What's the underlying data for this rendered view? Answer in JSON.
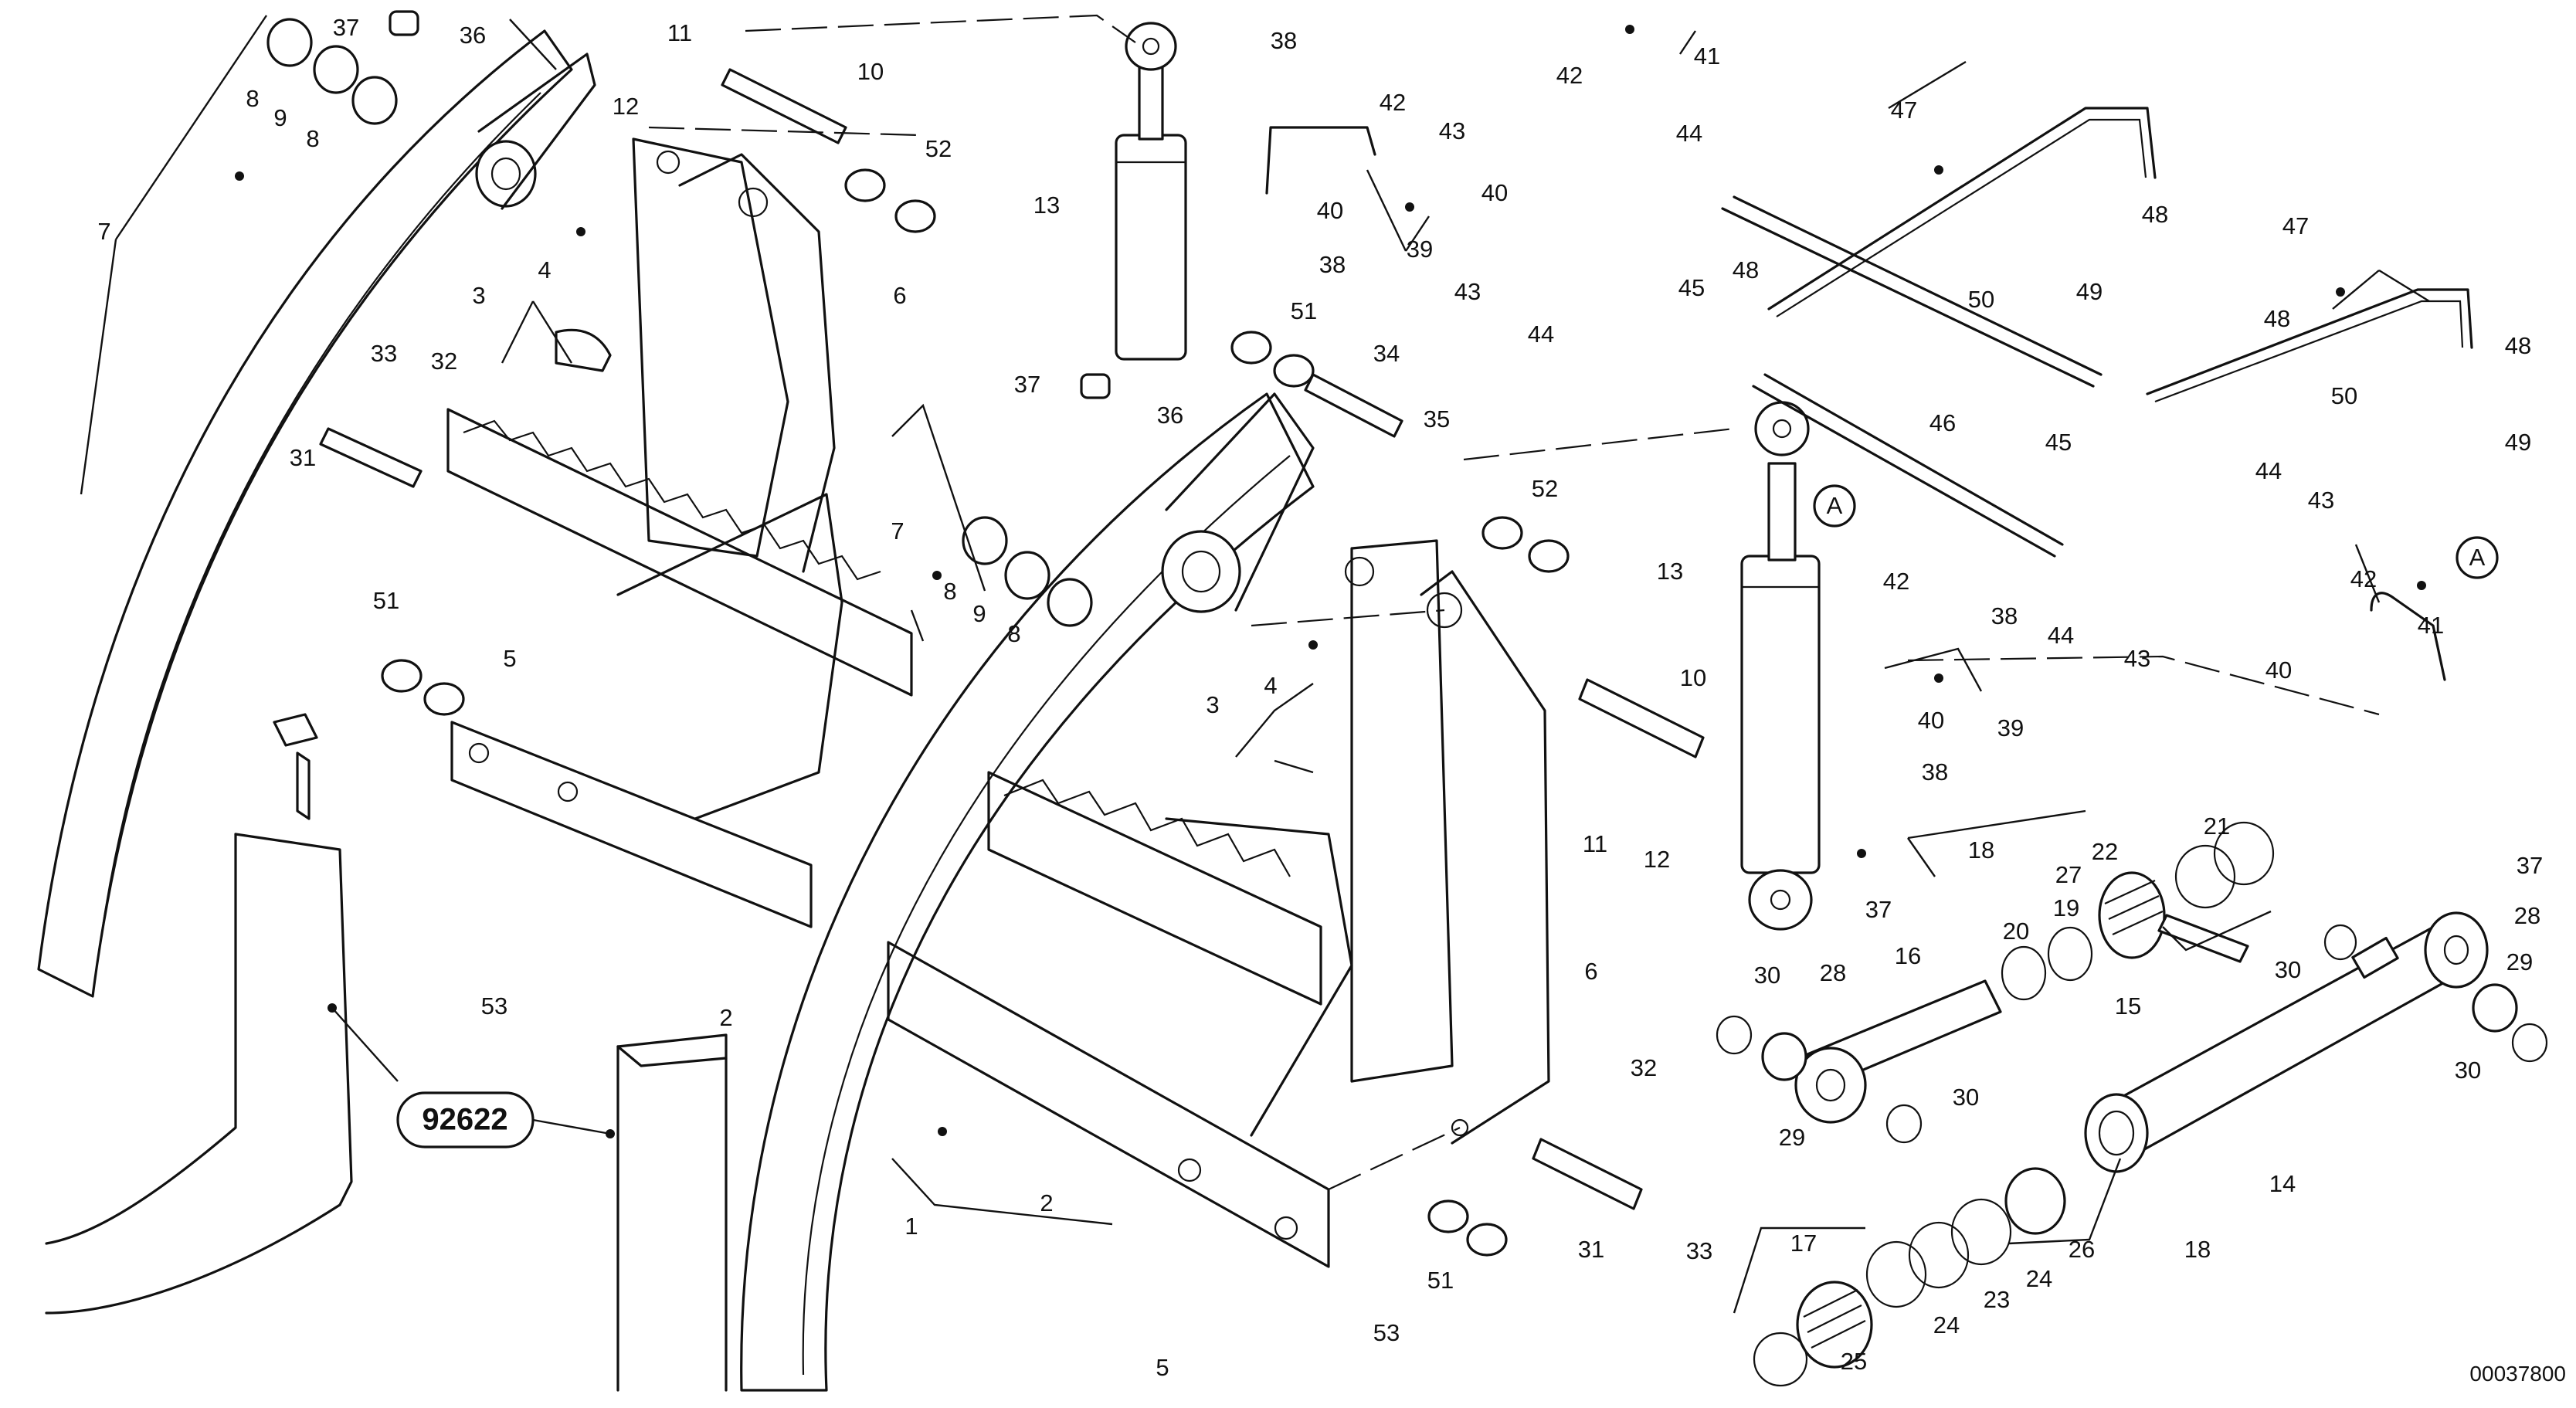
{
  "diagram": {
    "document_number": "00037800",
    "assembly_reference": "92622",
    "circled_marker": "A",
    "part_labels": {
      "p1": "1",
      "p2": "2",
      "p3": "3",
      "p4": "4",
      "p5": "5",
      "p6": "6",
      "p7": "7",
      "p8": "8",
      "p9": "9",
      "p10": "10",
      "p11": "11",
      "p12": "12",
      "p13": "13",
      "p14": "14",
      "p15": "15",
      "p16": "16",
      "p17": "17",
      "p18": "18",
      "p19": "19",
      "p20": "20",
      "p21": "21",
      "p22": "22",
      "p23": "23",
      "p24": "24",
      "p25": "25",
      "p26": "26",
      "p27": "27",
      "p28": "28",
      "p29": "29",
      "p30": "30",
      "p31": "31",
      "p32": "32",
      "p33": "33",
      "p34": "34",
      "p35": "35",
      "p36": "36",
      "p37": "37",
      "p38": "38",
      "p39": "39",
      "p40": "40",
      "p41": "41",
      "p42": "42",
      "p43": "43",
      "p44": "44",
      "p45": "45",
      "p46": "46",
      "p47": "47",
      "p48": "48",
      "p49": "49",
      "p50": "50",
      "p51": "51",
      "p52": "52",
      "p53": "53"
    }
  }
}
